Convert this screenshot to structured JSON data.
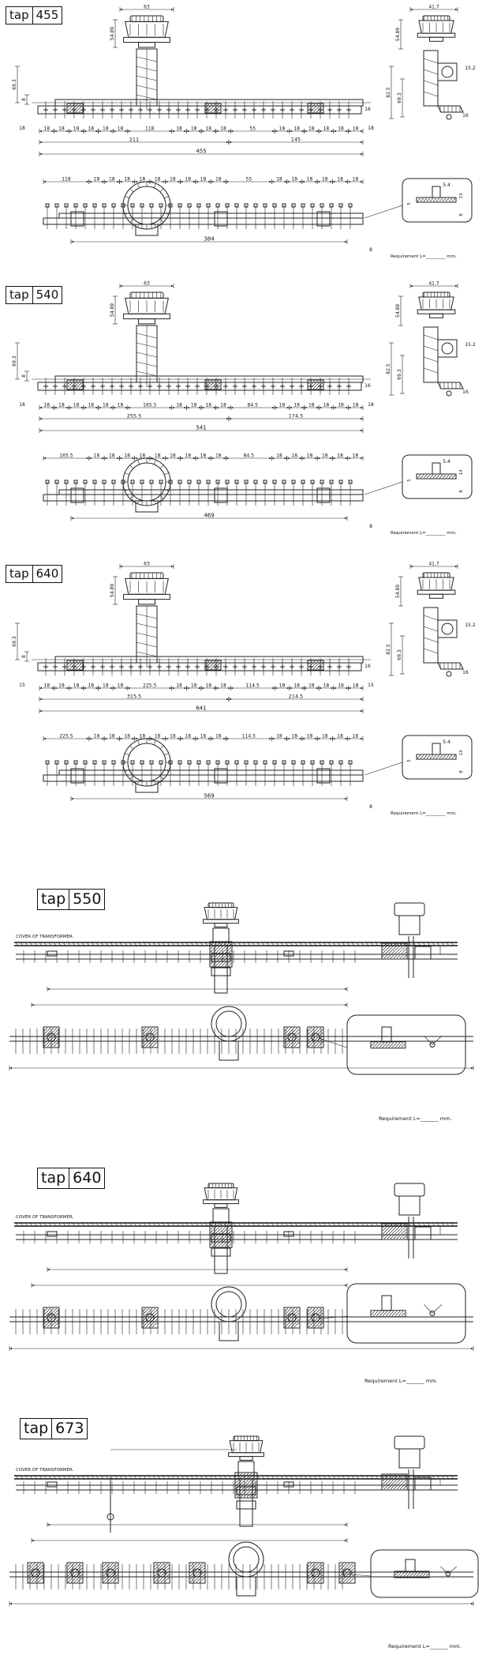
{
  "sections": [
    {
      "tap_word": "tap",
      "tap_value": "455",
      "top_dims": [
        "63",
        "54.89",
        "69.3",
        "8"
      ],
      "row1": [
        "18",
        "18",
        "18",
        "18",
        "18",
        "18",
        "118",
        "18",
        "18",
        "18",
        "18",
        "55",
        "18",
        "18",
        "18",
        "18",
        "18",
        "18"
      ],
      "row2": [
        "211",
        "145"
      ],
      "total": "455",
      "side": [
        "41.7",
        "54.89",
        "69.3",
        "82.5",
        "15.2",
        "16"
      ],
      "lower_dims": [
        "118",
        "18",
        "18",
        "18",
        "18",
        "18",
        "18",
        "18",
        "18",
        "18",
        "55",
        "18",
        "18",
        "18",
        "18",
        "18",
        "18"
      ],
      "lower_total": "384",
      "detail": [
        "5.4",
        "13",
        "8",
        "5"
      ],
      "requirement": "Requirement L=_________ mm.",
      "misc": [
        "16",
        "18",
        "8",
        "18"
      ]
    },
    {
      "tap_word": "tap",
      "tap_value": "540",
      "top_dims": [
        "63",
        "54.89",
        "69.3",
        "8"
      ],
      "row1": [
        "18",
        "18",
        "18",
        "18",
        "18",
        "18",
        "165.5",
        "18",
        "18",
        "18",
        "18",
        "84.5",
        "18",
        "18",
        "18",
        "18",
        "18",
        "18"
      ],
      "row2": [
        "255.5",
        "174.5"
      ],
      "total": "541",
      "side": [
        "41.7",
        "54.89",
        "69.3",
        "82.5",
        "15.2",
        "16"
      ],
      "lower_dims": [
        "165.5",
        "18",
        "18",
        "18",
        "18",
        "18",
        "18",
        "18",
        "18",
        "18",
        "84.5",
        "18",
        "18",
        "18",
        "18",
        "18",
        "18"
      ],
      "lower_total": "469",
      "detail": [
        "5.4",
        "13",
        "8",
        "5"
      ],
      "requirement": "Requirement L=_________ mm.",
      "misc": [
        "16",
        "18",
        "8",
        "18"
      ]
    },
    {
      "tap_word": "tap",
      "tap_value": "640",
      "top_dims": [
        "63",
        "54.89",
        "69.3",
        "8"
      ],
      "row1": [
        "18",
        "18",
        "18",
        "18",
        "18",
        "18",
        "225.5",
        "18",
        "18",
        "18",
        "18",
        "114.5",
        "18",
        "18",
        "18",
        "18",
        "18",
        "18"
      ],
      "row2": [
        "315.5",
        "214.5"
      ],
      "total": "641",
      "side": [
        "41.7",
        "54.89",
        "69.3",
        "82.5",
        "15.2",
        "16"
      ],
      "lower_dims": [
        "225.5",
        "18",
        "18",
        "18",
        "18",
        "18",
        "18",
        "18",
        "18",
        "18",
        "114.5",
        "18",
        "18",
        "18",
        "18",
        "18",
        "18"
      ],
      "lower_total": "569",
      "detail": [
        "5.4",
        "13",
        "8",
        "5"
      ],
      "requirement": "Requirement L=_________ mm.",
      "misc": [
        "16",
        "15",
        "8",
        "15"
      ]
    },
    {
      "tap_word": "tap",
      "tap_value": "550",
      "cover": "COVER OF TRANSFORMER.",
      "requirement": "Requirement L=_______ mm."
    },
    {
      "tap_word": "tap",
      "tap_value": "640",
      "cover": "COVER OF TRANSFORMER.",
      "requirement": "Requirement L=_______ mm."
    },
    {
      "tap_word": "tap",
      "tap_value": "673",
      "cover": "COVER OF TRANSFORMER.",
      "requirement": "Requirement L=_______ mm."
    }
  ]
}
